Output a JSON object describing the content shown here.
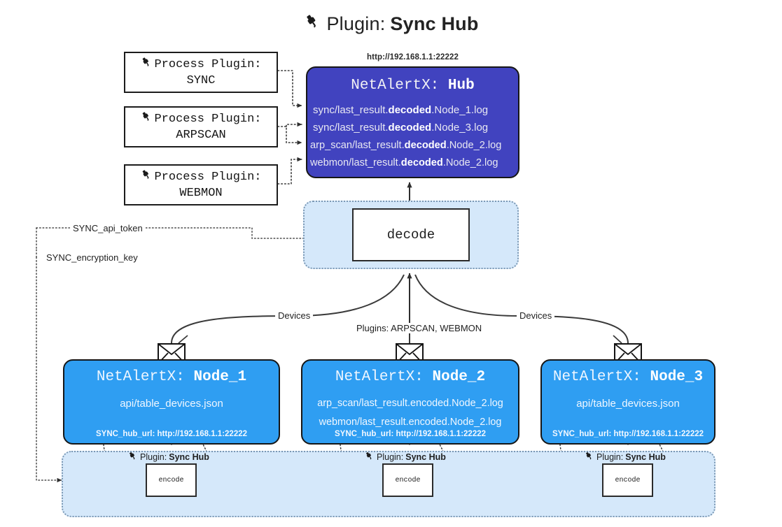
{
  "title": {
    "icon": "plug-icon",
    "prefix": "Plugin:",
    "name": "Sync Hub"
  },
  "process_plugins": [
    {
      "icon": "plug-icon",
      "line1": "Process Plugin:",
      "line2": "SYNC"
    },
    {
      "icon": "plug-icon",
      "line1": "Process Plugin:",
      "line2": "ARPSCAN"
    },
    {
      "icon": "plug-icon",
      "line1": "Process Plugin:",
      "line2": "WEBMON"
    }
  ],
  "hub": {
    "url": "http://192.168.1.1:22222",
    "title_prefix": "NetAlertX:",
    "title_name": "Hub",
    "rows": [
      {
        "pre": "sync/last_result.",
        "em": "decoded",
        "post": ".Node_1.log"
      },
      {
        "pre": "sync/last_result.",
        "em": "decoded",
        "post": ".Node_3.log"
      },
      {
        "pre": "arp_scan/last_result.",
        "em": "decoded",
        "post": ".Node_2.log"
      },
      {
        "pre": "webmon/last_result.",
        "em": "decoded",
        "post": ".Node_2.log"
      }
    ]
  },
  "decode": {
    "label": "decode"
  },
  "credentials": {
    "api_token": "SYNC_api_token",
    "encryption_key": "SYNC_encryption_key"
  },
  "edge_labels": {
    "devices_left": "Devices",
    "devices_right": "Devices",
    "plugins": "Plugins: ARPSCAN, WEBMON"
  },
  "nodes": [
    {
      "title_prefix": "NetAlertX:",
      "title_name": "Node_1",
      "lines": [
        "api/table_devices.json"
      ],
      "footer": "SYNC_hub_url: http://192.168.1.1:22222",
      "envelope": "envelope-icon"
    },
    {
      "title_prefix": "NetAlertX:",
      "title_name": "Node_2",
      "lines": [
        "arp_scan/last_result.encoded.Node_2.log",
        "webmon/last_result.encoded.Node_2.log"
      ],
      "footer": "SYNC_hub_url: http://192.168.1.1:22222",
      "envelope": "envelope-icon"
    },
    {
      "title_prefix": "NetAlertX:",
      "title_name": "Node_3",
      "lines": [
        "api/table_devices.json"
      ],
      "footer": "SYNC_hub_url: http://192.168.1.1:22222",
      "envelope": "envelope-icon"
    }
  ],
  "encoders": [
    {
      "plugin_prefix": "Plugin:",
      "plugin_name": "Sync Hub",
      "label": "encode"
    },
    {
      "plugin_prefix": "Plugin:",
      "plugin_name": "Sync Hub",
      "label": "encode"
    },
    {
      "plugin_prefix": "Plugin:",
      "plugin_name": "Sync Hub",
      "label": "encode"
    }
  ],
  "colors": {
    "hub_fill": "#4143bf",
    "node_fill": "#2f9ef2",
    "container_fill": "#d5e8fa",
    "container_border": "#7b98b4",
    "stroke": "#161616",
    "background": "#ffffff"
  }
}
